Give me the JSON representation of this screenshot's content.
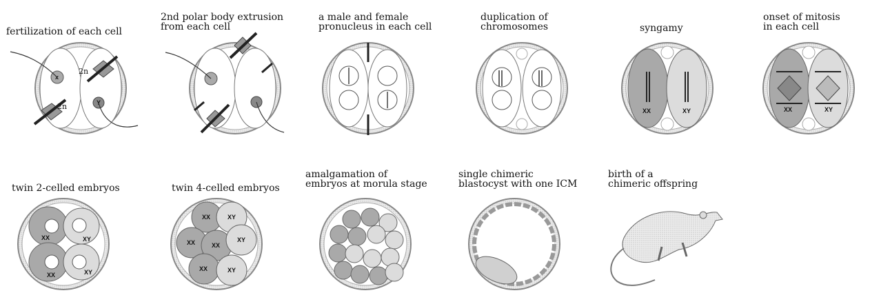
{
  "steps": [
    {
      "lines": [
        "fertilization of each cell"
      ]
    },
    {
      "lines": [
        "2nd polar body extrusion",
        "from each cell"
      ]
    },
    {
      "lines": [
        "a male and female",
        "pronucleus in each cell"
      ]
    },
    {
      "lines": [
        "duplication of",
        "chromosomes"
      ]
    },
    {
      "lines": [
        "syngamy"
      ]
    },
    {
      "lines": [
        "onset of mitosis",
        "in each cell"
      ]
    },
    {
      "lines": [
        "twin 2-celled embryos"
      ]
    },
    {
      "lines": [
        "twin 4-celled embryos"
      ]
    },
    {
      "lines": [
        "amalgamation of",
        "embryos at morula stage"
      ]
    },
    {
      "lines": [
        "single chimeric",
        "blastocyst with one ICM"
      ]
    },
    {
      "lines": [
        "birth of a",
        "chimeric offspring"
      ]
    }
  ],
  "labels": {
    "ploidy": "2n",
    "xx": "XX",
    "xy": "XY",
    "x": "x",
    "y": "Y"
  },
  "colors": {
    "female": "#a9a9a9",
    "male": "#dcdcdc",
    "zona": "#c8c8c8",
    "ink": "#333333"
  }
}
